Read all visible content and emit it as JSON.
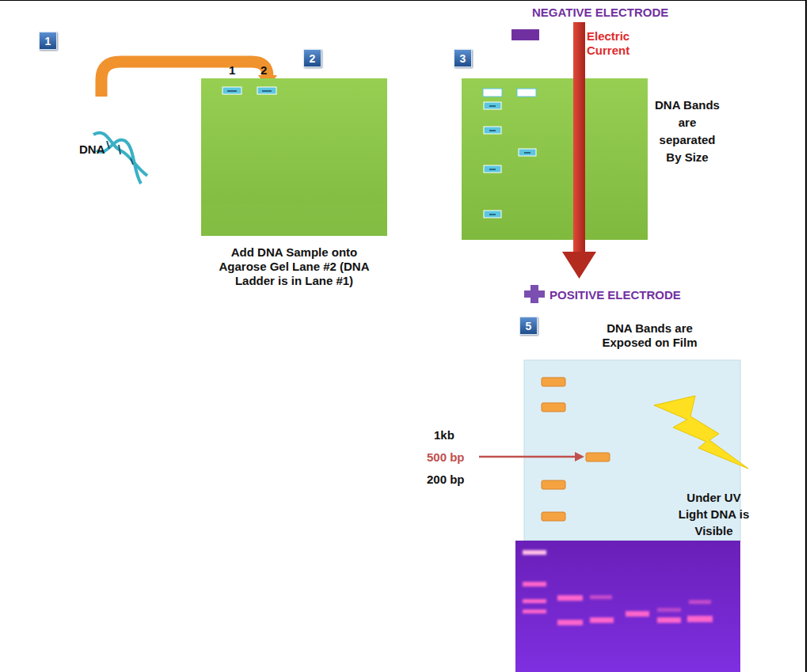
{
  "diagram": {
    "nodes": [
      {
        "text": [
          "1"
        ]
      },
      {
        "text": [
          "2"
        ]
      },
      {
        "text": [
          "3"
        ]
      },
      {
        "text": [
          "5"
        ]
      }
    ],
    "labels": [
      "DNA",
      "1",
      "2",
      "Add DNA Sample onto Agarose Gel Lane #2 (DNA Ladder is in Lane #1)",
      "NEGATIVE ELECTRODE",
      "Electric Current",
      "DNA Bands are separated By Size",
      "POSITIVE ELECTRODE",
      "DNA Bands are Exposed on Film",
      "1kb",
      "500 bp",
      "200 bp",
      "Under UV Light DNA is Visible"
    ]
  }
}
